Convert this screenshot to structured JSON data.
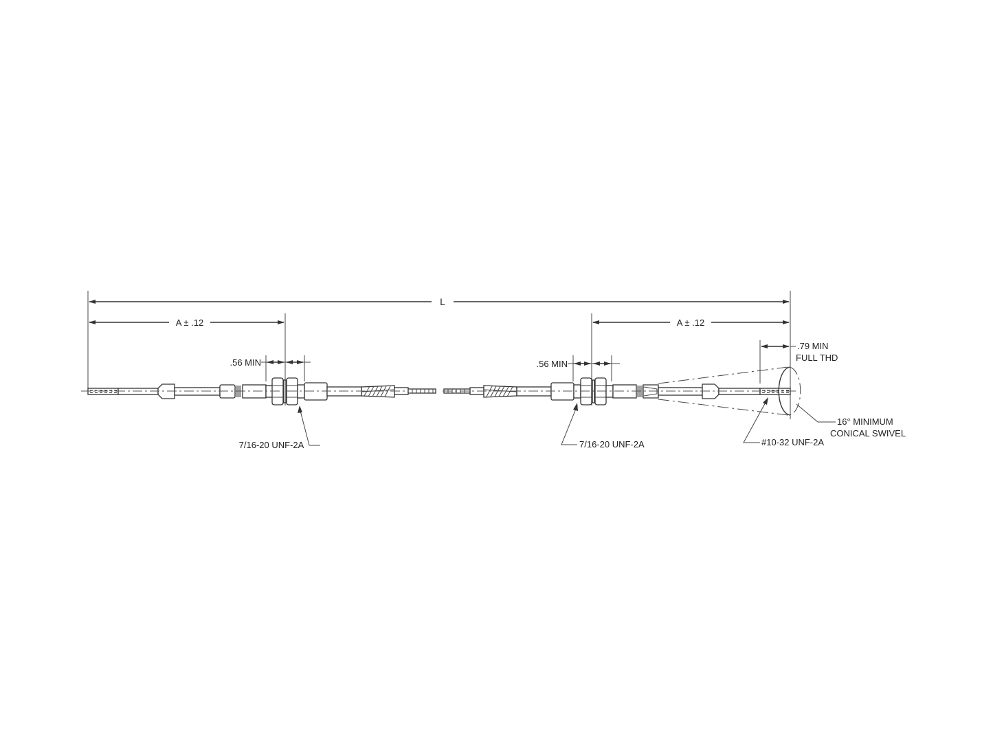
{
  "drawing": {
    "title": "Push-pull control cable assembly dimension drawing",
    "dimensions": {
      "overall_length": "L",
      "left_a": "A ± .12",
      "right_a": "A ± .12",
      "left_min": ".56 MIN",
      "right_min": ".56 MIN",
      "full_thread_line1": ".79 MIN",
      "full_thread_line2": "FULL THD"
    },
    "callouts": {
      "left_thread": "7/16-20 UNF-2A",
      "right_thread": "7/16-20 UNF-2A",
      "rod_end_thread": "#10-32 UNF-2A",
      "swivel_line1": "16° MINIMUM",
      "swivel_line2": "CONICAL SWIVEL"
    },
    "colors": {
      "line": "#333333",
      "background": "#ffffff"
    }
  }
}
